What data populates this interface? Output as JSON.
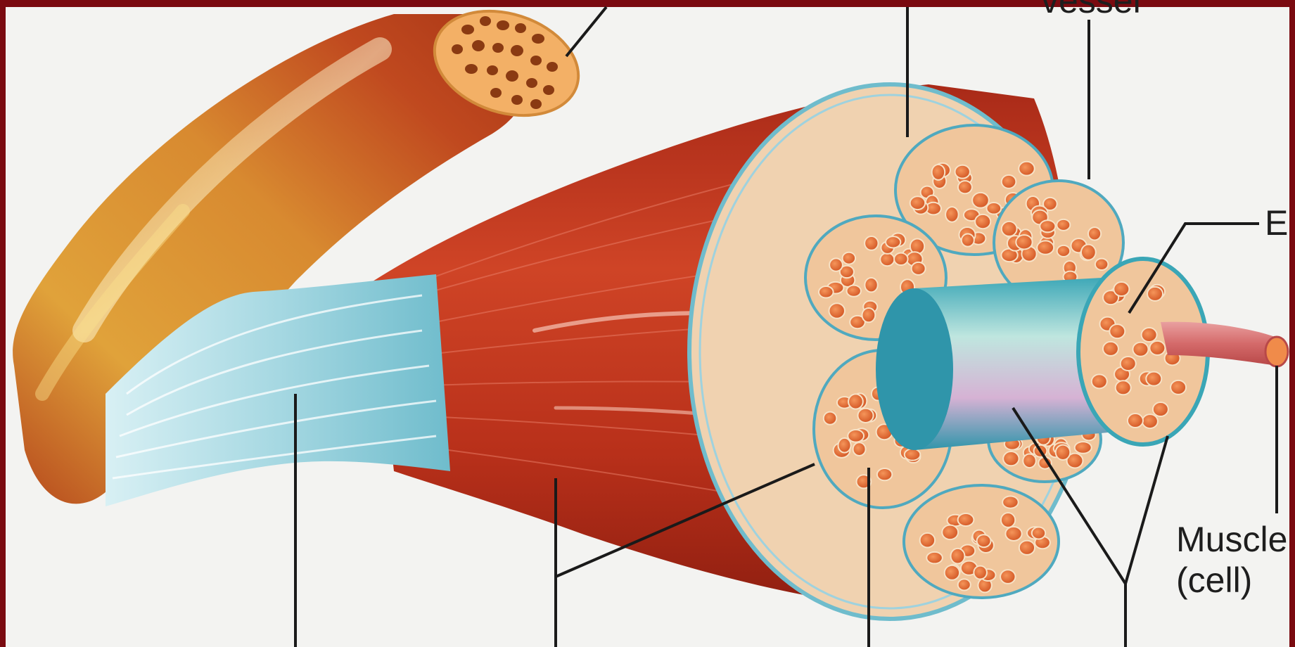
{
  "labels": {
    "vessel_top": "vessel",
    "e_partial": "E",
    "muscle": "Muscle",
    "cell": "(cell)"
  },
  "colors": {
    "frame": "#7a0a10",
    "background": "#f4f4f2",
    "muscle_red": "#c0301c",
    "tendon_blue": "#9fd2de",
    "bone_yellow": "#e2a63a",
    "fascicle_fill": "#f0c69c",
    "fiber_orange": "#e0602a",
    "sheath_blue": "#5fb6cc",
    "leader_line": "#1a1a1a"
  }
}
